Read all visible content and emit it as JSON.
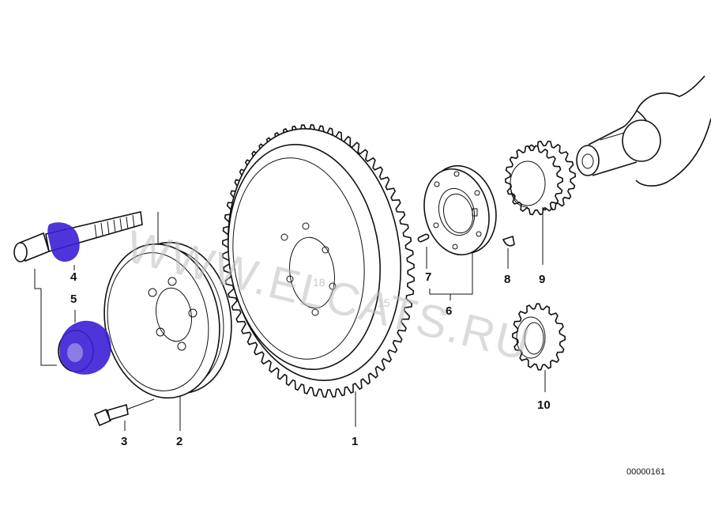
{
  "callouts": {
    "p1": "1",
    "p2": "2",
    "p3": "3",
    "p4": "4",
    "p5": "5",
    "p6": "6",
    "p7": "7",
    "p8": "8",
    "p9": "9",
    "p10": "10"
  },
  "document_id": "00000161",
  "watermark": {
    "main": "WWW.ELCATS.RU",
    "small_left": "18",
    "small_right": "15"
  },
  "colors": {
    "line": "#111111",
    "highlight": "#3a1fd6",
    "watermark": "#bdbdbd"
  }
}
